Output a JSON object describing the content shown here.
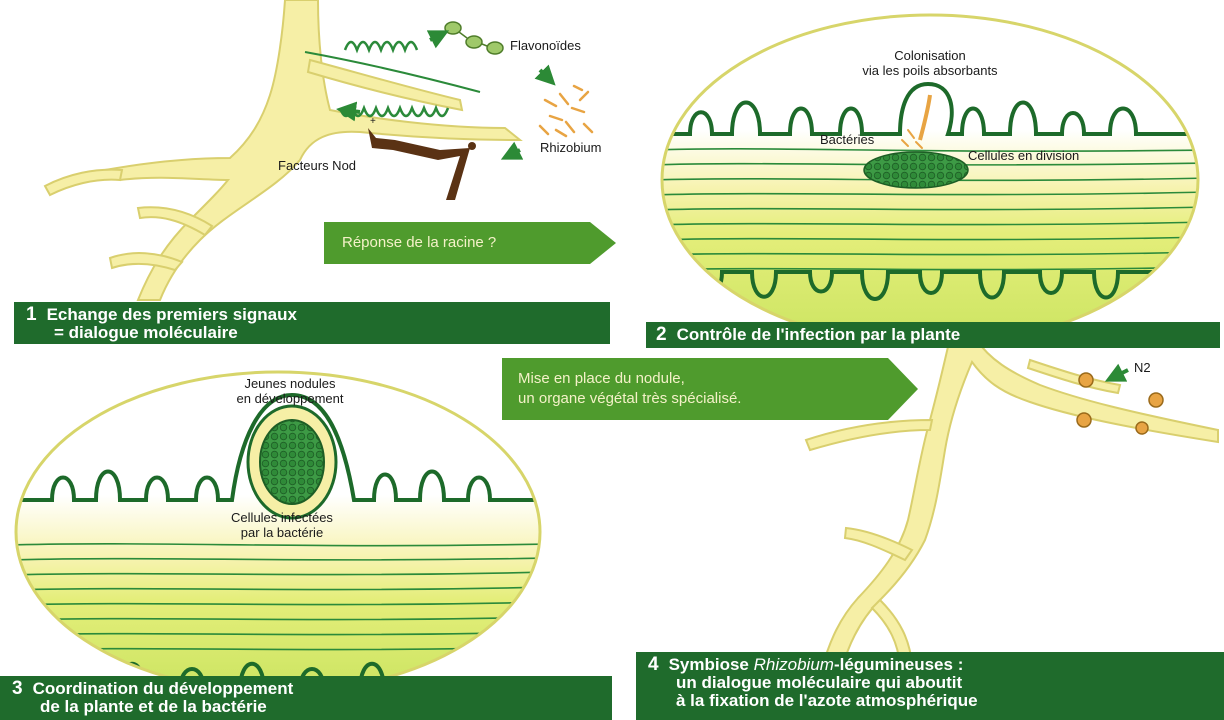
{
  "panel1": {
    "labels": {
      "flavonoides": "Flavonoïdes",
      "rhizobium": "Rhizobium",
      "facteurs_nod": "Facteurs Nod"
    },
    "caption": {
      "number": "1",
      "line1": "Echange des premiers signaux",
      "line2": "= dialogue moléculaire"
    }
  },
  "arrow1": {
    "text": "Réponse de la racine ?"
  },
  "panel2": {
    "labels": {
      "colonisation_line1": "Colonisation",
      "colonisation_line2": "via les poils absorbants",
      "bacteries": "Bactéries",
      "cellules_division": "Cellules en division"
    },
    "caption": {
      "number": "2",
      "line1": "Contrôle de l'infection par la plante"
    }
  },
  "arrow2": {
    "line1": "Mise en place du nodule,",
    "line2": "un organe végétal très spécialisé."
  },
  "panel3": {
    "labels": {
      "jeunes_line1": "Jeunes nodules",
      "jeunes_line2": "en développement",
      "infectees_line1": "Cellules infectées",
      "infectees_line2": "par la bactérie"
    },
    "caption": {
      "number": "3",
      "line1": "Coordination du développement",
      "line2": "de la plante et de la bactérie"
    }
  },
  "panel4": {
    "labels": {
      "n2": "N2"
    },
    "caption": {
      "number": "4",
      "line1_prefix": "Symbiose ",
      "line1_italic": "Rhizobium",
      "line1_suffix": "-légumineuses :",
      "line2": "un dialogue moléculaire qui aboutit",
      "line3": "à la fixation de l'azote atmosphérique"
    }
  },
  "colors": {
    "dark_green": "#1f6b2c",
    "root_fill": "#f6efa6",
    "root_stroke": "#d9cf6e",
    "tissue_green": "#2b8a3a",
    "arrow_green": "#4f9b2d",
    "bacteria_orange": "#e8a443",
    "nod_brown": "#5a3214"
  }
}
